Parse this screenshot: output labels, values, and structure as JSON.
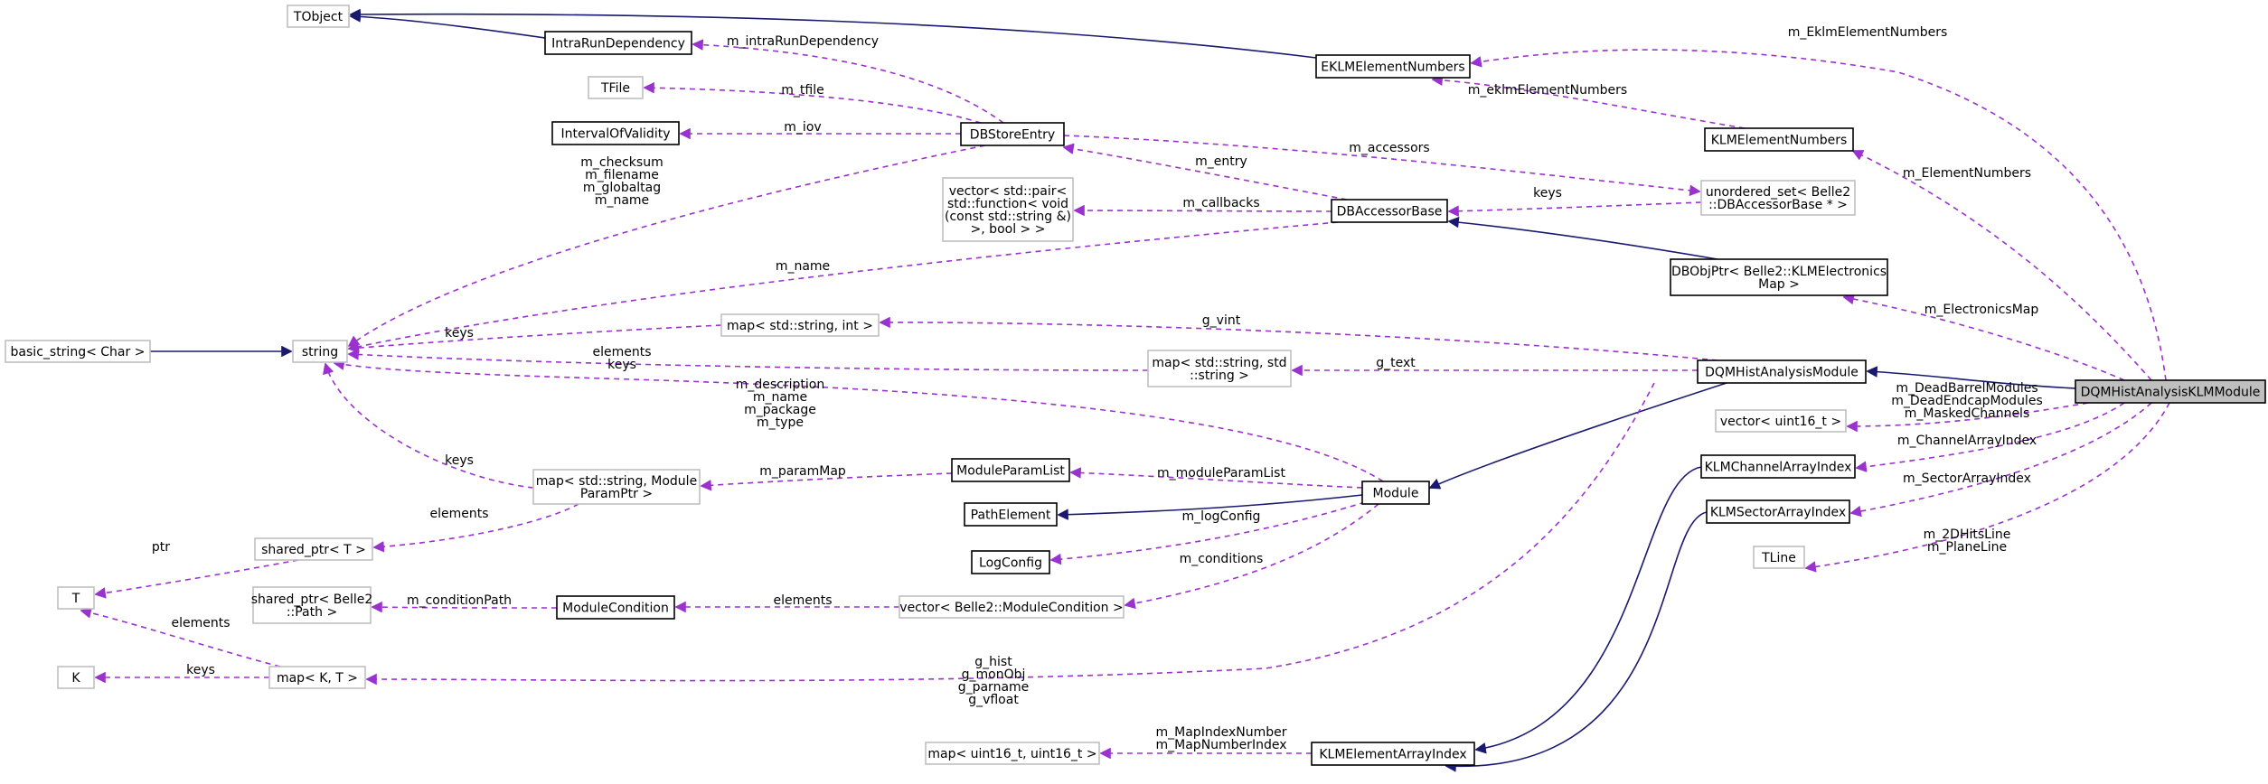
{
  "diagram": {
    "colors": {
      "inheritance": "#191970",
      "usage": "#9a32cd",
      "selected_fill": "#bfbfbf",
      "external_border": "#bfbfbf"
    },
    "nodes": {
      "tobject": [
        "TObject"
      ],
      "intrarun": [
        "IntraRunDependency"
      ],
      "tfile": [
        "TFile"
      ],
      "iov": [
        "IntervalOfValidity"
      ],
      "dbstore": [
        "DBStoreEntry"
      ],
      "eklm": [
        "EKLMElementNumbers"
      ],
      "klmelem": [
        "KLMElementNumbers"
      ],
      "uset": [
        "unordered_set< Belle2",
        "::DBAccessorBase * >"
      ],
      "vecpair": [
        "vector< std::pair<",
        "std::function< void",
        "(const std::string &)",
        ">, bool > >"
      ],
      "dbaccessor": [
        "DBAccessorBase"
      ],
      "dbobjptr": [
        "DBObjPtr< Belle2::KLMElectronics",
        "Map >"
      ],
      "basicstring": [
        "basic_string< Char >"
      ],
      "string": [
        "string"
      ],
      "mapstrint": [
        "map< std::string, int >"
      ],
      "mapstrstr": [
        "map< std::string, std",
        "::string >"
      ],
      "dqmhist": [
        "DQMHistAnalysisModule"
      ],
      "dqmklm": [
        "DQMHistAnalysisKLMModule"
      ],
      "vecuint": [
        "vector< uint16_t >"
      ],
      "mapparam": [
        "map< std::string, Module",
        "ParamPtr >"
      ],
      "modparamlist": [
        "ModuleParamList"
      ],
      "pathelem": [
        "PathElement"
      ],
      "module": [
        "Module"
      ],
      "logconfig": [
        "LogConfig"
      ],
      "sharedt": [
        "shared_ptr< T >"
      ],
      "klmchannel": [
        "KLMChannelArrayIndex"
      ],
      "klmsector": [
        "KLMSectorArrayIndex"
      ],
      "t": [
        "T"
      ],
      "sharedpath": [
        "shared_ptr< Belle2",
        "::Path >"
      ],
      "modcond": [
        "ModuleCondition"
      ],
      "veccond": [
        "vector< Belle2::ModuleCondition >"
      ],
      "tline": [
        "TLine"
      ],
      "k": [
        "K"
      ],
      "mapkt": [
        "map< K, T >"
      ],
      "mapuint": [
        "map< uint16_t, uint16_t >"
      ],
      "klmelemarray": [
        "KLMElementArrayIndex"
      ]
    },
    "edge_labels": {
      "m_eklm_dqmklm": [
        "m_EklmElementNumbers"
      ],
      "m_intrarun": [
        "m_intraRunDependency"
      ],
      "m_tfile": [
        "m_tfile"
      ],
      "m_iov": [
        "m_iov"
      ],
      "m_accessors": [
        "m_accessors"
      ],
      "m_eklm_klmelem": [
        "m_eklmElementNumbers"
      ],
      "m_entry": [
        "m_entry"
      ],
      "m_callbacks": [
        "m_callbacks"
      ],
      "keys_uset": [
        "keys"
      ],
      "m_elementnumbers": [
        "m_ElementNumbers"
      ],
      "m_checksum": [
        "m_checksum",
        "m_filename",
        "m_globaltag",
        "m_name"
      ],
      "m_name_string": [
        "m_name"
      ],
      "g_vint": [
        "g_vint"
      ],
      "keys_vint": [
        "keys"
      ],
      "m_electronicsmap": [
        "m_ElectronicsMap"
      ],
      "elements_keys": [
        "elements",
        "keys"
      ],
      "g_text": [
        "g_text"
      ],
      "m_description": [
        "m_description",
        "m_name",
        "m_package",
        "m_type"
      ],
      "m_deadbarrel": [
        "m_DeadBarrelModules",
        "m_DeadEndcapModules",
        "m_MaskedChannels"
      ],
      "m_channelarray": [
        "m_ChannelArrayIndex"
      ],
      "keys_mapparam": [
        "keys"
      ],
      "m_parammap": [
        "m_paramMap"
      ],
      "m_moduleparamlist": [
        "m_moduleParamList"
      ],
      "elements_sharedt": [
        "elements"
      ],
      "m_sectorarray": [
        "m_SectorArrayIndex"
      ],
      "m_logconfig": [
        "m_logConfig"
      ],
      "ptr": [
        "ptr"
      ],
      "m_conditions": [
        "m_conditions"
      ],
      "m_2dhits": [
        "m_2DHitsLine",
        "m_PlaneLine"
      ],
      "m_conditionpath": [
        "m_conditionPath"
      ],
      "elements_veccond": [
        "elements"
      ],
      "elements_t": [
        "elements"
      ],
      "g_hist": [
        "g_hist",
        "g_monObj",
        "g_parname",
        "g_vfloat"
      ],
      "keys_k": [
        "keys"
      ],
      "m_mapindex": [
        "m_MapIndexNumber",
        "m_MapNumberIndex"
      ]
    }
  }
}
